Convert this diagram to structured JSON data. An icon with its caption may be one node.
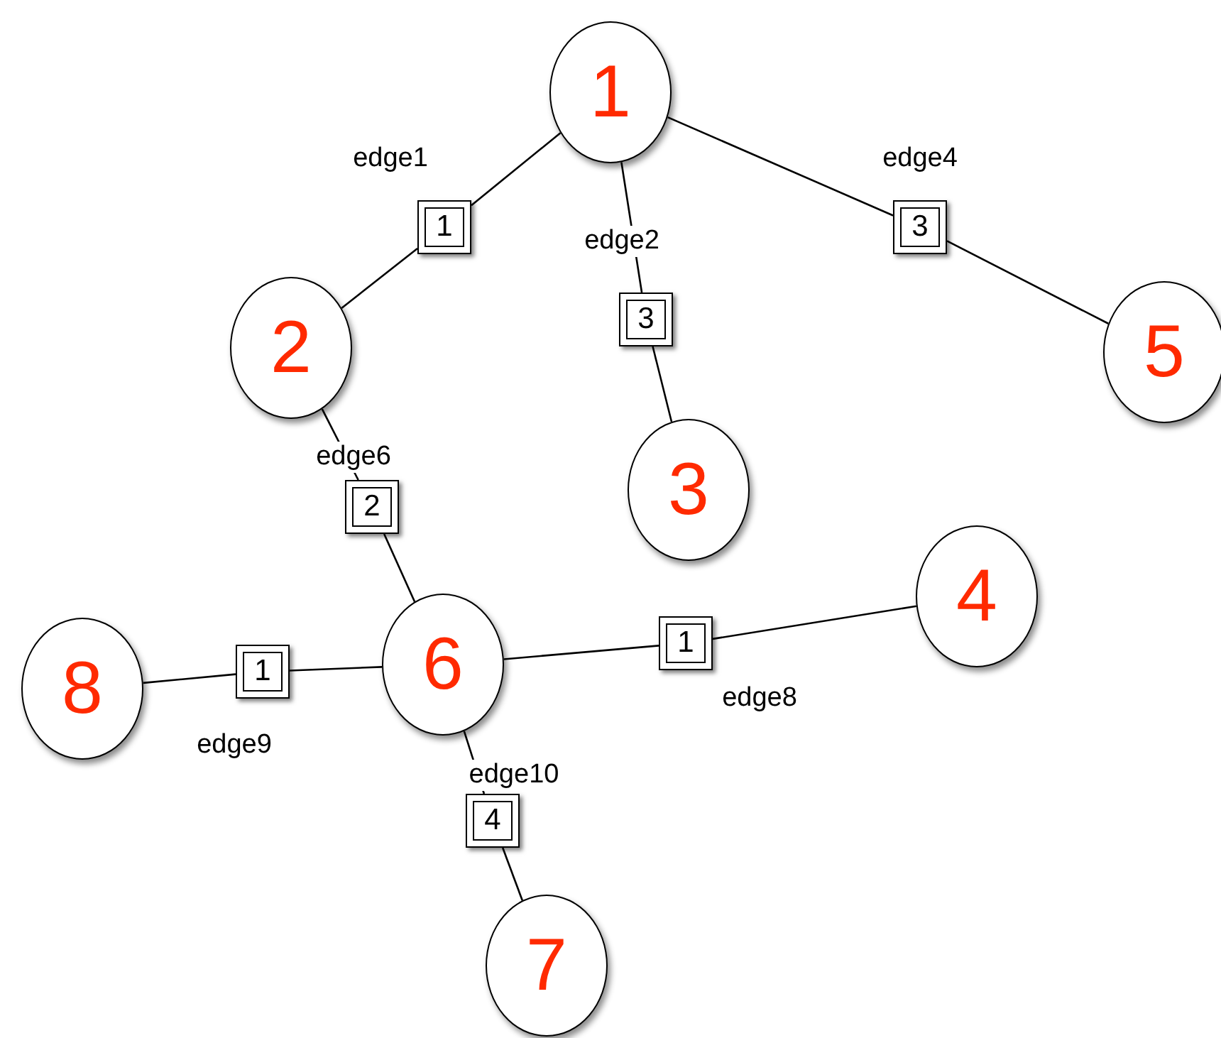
{
  "diagram": {
    "nodes": [
      {
        "text": [
          "1"
        ]
      },
      {
        "text": [
          "2"
        ]
      },
      {
        "text": [
          "3"
        ]
      },
      {
        "text": [
          "4"
        ]
      },
      {
        "text": [
          "5"
        ]
      },
      {
        "text": [
          "6"
        ]
      },
      {
        "text": [
          "7"
        ]
      },
      {
        "text": [
          "8"
        ]
      },
      {
        "text": [
          "1"
        ],
        "beside": [
          "edge1"
        ]
      },
      {
        "text": [
          "3"
        ],
        "beside": [
          "edge2"
        ]
      },
      {
        "text": [
          "3"
        ],
        "beside": [
          "edge4"
        ]
      },
      {
        "text": [
          "2"
        ],
        "beside": [
          "edge6"
        ]
      },
      {
        "text": [
          "1"
        ],
        "beside": [
          "edge8"
        ]
      },
      {
        "text": [
          "1"
        ],
        "beside": [
          "edge9"
        ]
      },
      {
        "text": [
          "4"
        ],
        "beside": [
          "edge10"
        ]
      }
    ],
    "edges": [
      {
        "from": 0,
        "to": 8,
        "arrow": "none"
      },
      {
        "from": 8,
        "to": 1,
        "arrow": "none"
      },
      {
        "from": 0,
        "to": 9,
        "arrow": "none"
      },
      {
        "from": 9,
        "to": 2,
        "arrow": "none"
      },
      {
        "from": 0,
        "to": 10,
        "arrow": "none"
      },
      {
        "from": 10,
        "to": 4,
        "arrow": "none"
      },
      {
        "from": 1,
        "to": 11,
        "arrow": "none"
      },
      {
        "from": 11,
        "to": 5,
        "arrow": "none"
      },
      {
        "from": 5,
        "to": 12,
        "arrow": "none"
      },
      {
        "from": 12,
        "to": 3,
        "arrow": "none"
      },
      {
        "from": 7,
        "to": 13,
        "arrow": "none"
      },
      {
        "from": 13,
        "to": 5,
        "arrow": "none"
      },
      {
        "from": 5,
        "to": 14,
        "arrow": "none"
      },
      {
        "from": 14,
        "to": 6,
        "arrow": "none"
      }
    ]
  }
}
